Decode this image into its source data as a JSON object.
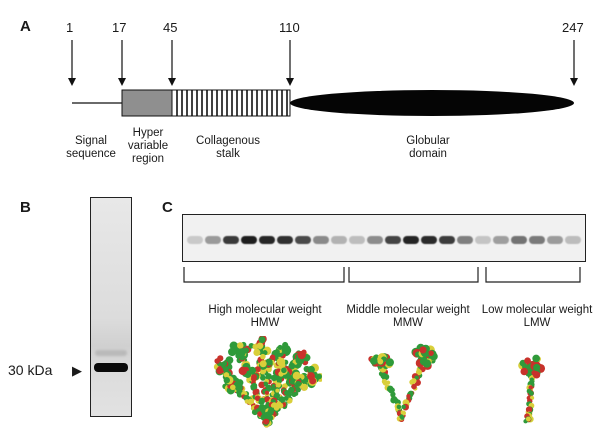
{
  "panel_a": {
    "label": "A",
    "positions": [
      "1",
      "17",
      "45",
      "110",
      "247"
    ],
    "regions": {
      "signal": "Signal\nsequence",
      "hyper": "Hyper\nvariable\nregion",
      "collagen": "Collagenous\nstalk",
      "globular": "Globular\ndomain"
    }
  },
  "panel_b": {
    "label": "B",
    "marker": "30 kDa"
  },
  "panel_c": {
    "label": "C",
    "groups": [
      {
        "title": "High molecular weight",
        "abbr": "HMW"
      },
      {
        "title": "Middle molecular weight",
        "abbr": "MMW"
      },
      {
        "title": "Low molecular weight",
        "abbr": "LMW"
      }
    ]
  },
  "colors": {
    "ink": "#111111",
    "hyper_fill": "#8f8f8f",
    "protein_green": "#2f9a3a",
    "protein_yellow": "#d9cf3a",
    "protein_red": "#c8322b"
  }
}
